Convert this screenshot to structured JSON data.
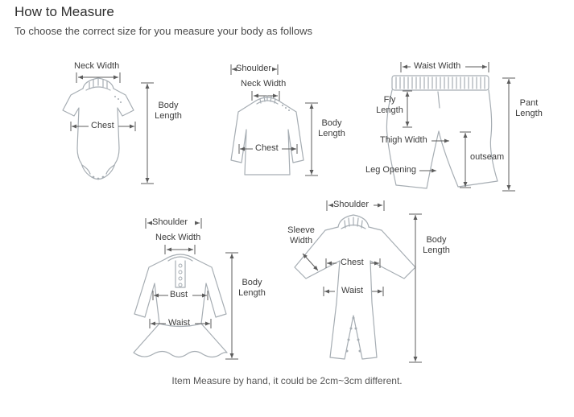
{
  "header": {
    "title": "How to Measure",
    "subtitle": "To choose the correct size for you measure your body as follows"
  },
  "footnote": "Item Measure by hand, it could be 2cm~3cm different.",
  "diagrams": {
    "bodysuit": {
      "labels": {
        "neck_width": "Neck Width",
        "chest": "Chest",
        "body_length": "Body Length"
      }
    },
    "sweater": {
      "labels": {
        "shoulder": "Shoulder",
        "neck_width": "Neck Width",
        "chest": "Chest",
        "body_length": "Body Length"
      }
    },
    "pants": {
      "labels": {
        "waist_width": "Waist Width",
        "fly_length": "Fly Length",
        "pant_length": "Pant Length",
        "thigh_width": "Thigh Width",
        "outseam": "outseam",
        "leg_opening": "Leg Opening"
      }
    },
    "dress": {
      "labels": {
        "shoulder": "Shoulder",
        "neck_width": "Neck Width",
        "bust": "Bust",
        "waist": "Waist",
        "body_length": "Body Length"
      }
    },
    "romper": {
      "labels": {
        "shoulder": "Shoulder",
        "sleeve_width": "Sleeve Width",
        "chest": "Chest",
        "waist": "Waist",
        "body_length": "Body Length"
      }
    }
  },
  "colors": {
    "background": "#ffffff",
    "garment_line": "#a6adb3",
    "dimension_line": "#5c5c5c",
    "title_text": "#2f2f2f",
    "label_text": "#3c3c3c",
    "note_text": "#555555"
  }
}
